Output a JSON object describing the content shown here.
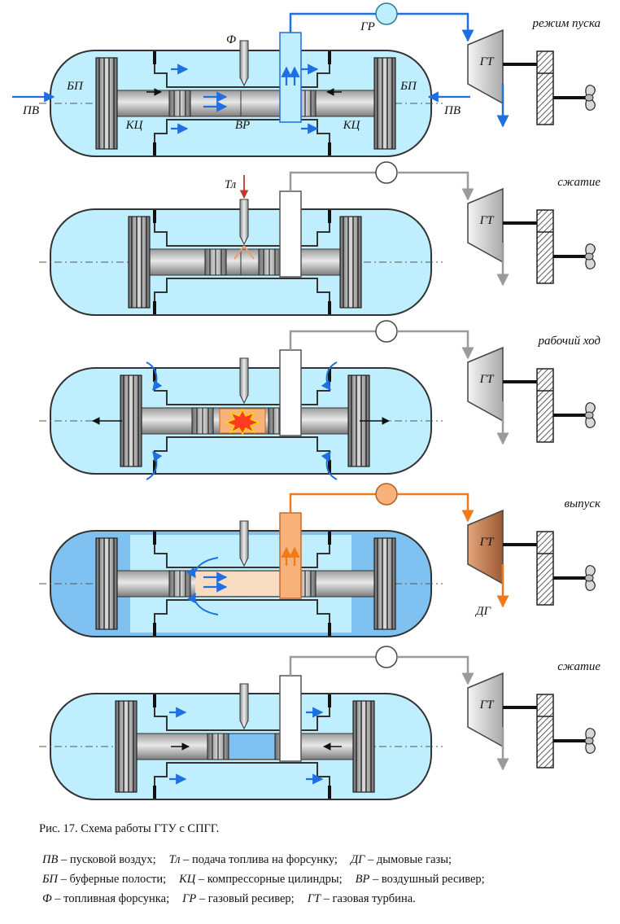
{
  "panels": [
    {
      "mode": "режим пуска",
      "state": "start"
    },
    {
      "mode": "сжатие",
      "state": "compress1"
    },
    {
      "mode": "рабочий  ход",
      "state": "power"
    },
    {
      "mode": "выпуск",
      "state": "exhaust"
    },
    {
      "mode": "сжатие",
      "state": "compress2"
    }
  ],
  "labels": {
    "pv": "ПВ",
    "bp": "БП",
    "kc": "КЦ",
    "vr": "ВР",
    "f": "Ф",
    "gr": "ГР",
    "gt": "ГТ",
    "tl": "Тл",
    "dg": "ДГ"
  },
  "colors": {
    "blue_line": "#1e6fe0",
    "grey_line": "#9a9a9a",
    "orange_line": "#f07a1a",
    "fill_light": "#bfefff",
    "fill_blue": "#7fc2f2",
    "hot": "#f7b27a"
  },
  "caption": "Рис. 17. Схема работы ГТУ с СПГГ.",
  "legend": [
    [
      {
        "term": "ПВ",
        "desc": "– пусковой воздух;"
      },
      {
        "term": "Тл",
        "desc": "– подача топлива на форсунку;"
      },
      {
        "term": "ДГ",
        "desc": "– дымовые газы;"
      }
    ],
    [
      {
        "term": "БП",
        "desc": "– буферные полости;"
      },
      {
        "term": "КЦ",
        "desc": "– компрессорные цилиндры;"
      },
      {
        "term": "ВР",
        "desc": "– воздушный ресивер;"
      }
    ],
    [
      {
        "term": "Ф",
        "desc": "– топливная форсунка;"
      },
      {
        "term": "ГР",
        "desc": "– газовый ресивер;"
      },
      {
        "term": "ГТ",
        "desc": "– газовая турбина."
      }
    ]
  ]
}
